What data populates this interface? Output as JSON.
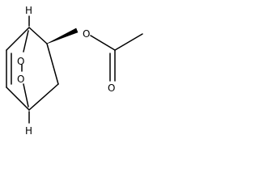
{
  "structure": {
    "atom_labels": {
      "h_top": "H",
      "h_bottom": "H",
      "o_bridge": "O",
      "o_ester": "O",
      "o_carbonyl": "O"
    },
    "bond_style": {
      "stereo_wedge": "solid-wedge",
      "double_bonds": [
        "ring-alkene",
        "carbonyl"
      ]
    },
    "colors": {
      "ink": "#000000",
      "background": "#ffffff"
    }
  }
}
